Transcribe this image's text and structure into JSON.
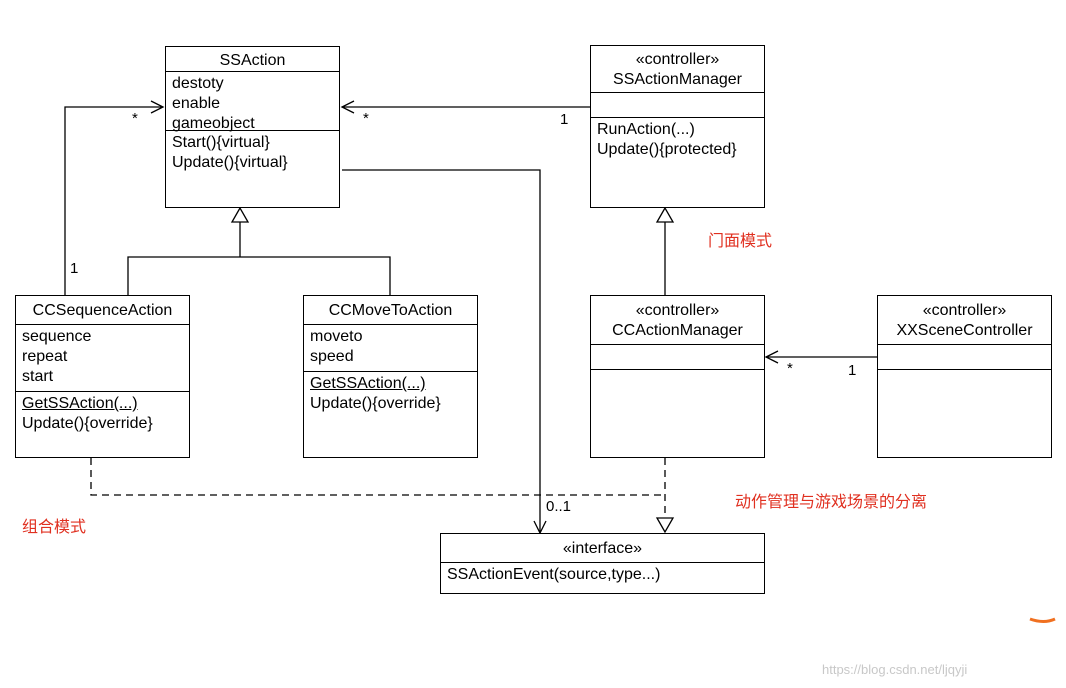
{
  "classes": {
    "ssaction": {
      "name": "SSAction",
      "attributes": [
        "destoty",
        "enable",
        "gameobject"
      ],
      "methods": [
        "Start(){virtual}",
        "Update(){virtual}"
      ]
    },
    "ssactionmanager": {
      "stereotype": "«controller»",
      "name": "SSActionManager",
      "methods": [
        "RunAction(...)",
        "Update(){protected}"
      ]
    },
    "ccsequenceaction": {
      "name": "CCSequenceAction",
      "attributes": [
        "sequence",
        "repeat",
        "start"
      ],
      "methods": [
        "GetSSAction(...)",
        "Update(){override}"
      ]
    },
    "ccmovetoaction": {
      "name": "CCMoveToAction",
      "attributes": [
        "moveto",
        "speed"
      ],
      "methods": [
        "GetSSAction(...)",
        "Update(){override}"
      ]
    },
    "ccactionmanager": {
      "stereotype": "«controller»",
      "name": "CCActionManager"
    },
    "xxscenecontroller": {
      "stereotype": "«controller»",
      "name": "XXSceneController"
    },
    "ssactionevent": {
      "stereotype": "«interface»",
      "methods": [
        "SSActionEvent(source,type...)"
      ]
    }
  },
  "multiplicities": {
    "seq_star": "*",
    "seq_one": "1",
    "mgr_star": "*",
    "mgr_one": "1",
    "scene_star": "*",
    "scene_one": "1",
    "event_range": "0..1"
  },
  "notes": {
    "facade": "门面模式",
    "composite": "组合模式",
    "separation": "动作管理与游戏场景的分离"
  },
  "watermark": "https://blog.csdn.net/ljqyji",
  "colors": {
    "note": "#e03020",
    "line": "#000000"
  }
}
